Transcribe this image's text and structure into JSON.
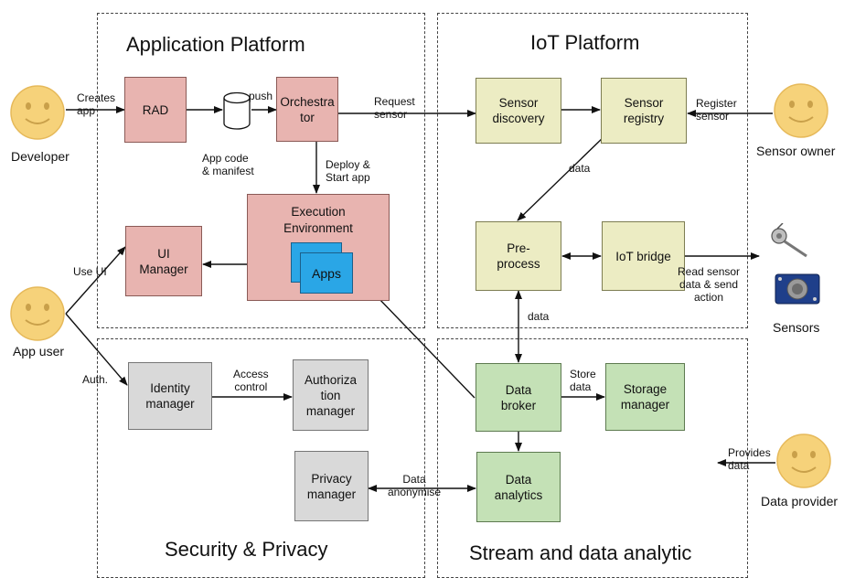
{
  "regions": {
    "application_platform": "Application Platform",
    "iot_platform": "IoT Platform",
    "security_privacy": "Security & Privacy",
    "stream_analytic": "Stream and data analytic"
  },
  "actors": {
    "developer": "Developer",
    "sensor_owner": "Sensor owner",
    "app_user": "App user",
    "data_provider": "Data provider",
    "sensors": "Sensors"
  },
  "components": {
    "rad": "RAD",
    "orchestrator": "Orchestra\ntor",
    "execution_environment": "Execution\nEnvironment",
    "apps": "Apps",
    "ui_manager": "UI\nManager",
    "sensor_discovery": "Sensor\ndiscovery",
    "sensor_registry": "Sensor\nregistry",
    "preprocess": "Pre-\nprocess",
    "iot_bridge": "IoT bridge",
    "identity_manager": "Identity\nmanager",
    "authorization_manager": "Authoriza\ntion\nmanager",
    "privacy_manager": "Privacy\nmanager",
    "data_broker": "Data\nbroker",
    "storage_manager": "Storage\nmanager",
    "data_analytics": "Data\nanalytics"
  },
  "labels": {
    "creates_app": "Creates\napp",
    "push": "push",
    "app_code_manifest": "App code\n& manifest",
    "request_sensor": "Request\nsensor",
    "register_sensor": "Register\nsensor",
    "deploy_start": "Deploy &\nStart app",
    "data_registry": "data",
    "use_ui": "Use UI",
    "read_sensor": "Read sensor\ndata & send\naction",
    "data_broker_link": "data",
    "auth": "Auth.",
    "access_control": "Access\ncontrol",
    "store_data": "Store\ndata",
    "data_anonymise": "Data\nanonymise",
    "provides_data": "Provides\ndata"
  },
  "colors": {
    "application_component": "#e8b4b0",
    "iot_component": "#ececc3",
    "stream_component": "#c4e1b6",
    "security_component": "#d9d9d9",
    "apps": "#2aa6e6",
    "actor_face": "#f6d27a"
  },
  "icons": {
    "actor": "smiley-face-icon",
    "database": "database-cylinder-icon",
    "sensor_probe": "sensor-probe-icon",
    "sensor_board": "sensor-board-icon"
  }
}
